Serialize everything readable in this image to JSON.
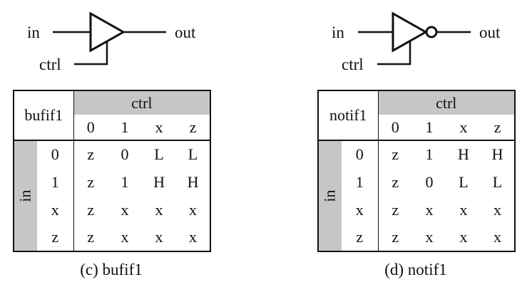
{
  "panels": {
    "left": {
      "circuit": {
        "in_label": "in",
        "out_label": "out",
        "ctrl_label": "ctrl"
      },
      "table": {
        "corner": "bufif1",
        "col_group": "ctrl",
        "col_headers": [
          "0",
          "1",
          "x",
          "z"
        ],
        "row_group": "in",
        "rows": [
          {
            "label": "0",
            "cells": [
              "z",
              "0",
              "L",
              "L"
            ]
          },
          {
            "label": "1",
            "cells": [
              "z",
              "1",
              "H",
              "H"
            ]
          },
          {
            "label": "x",
            "cells": [
              "z",
              "x",
              "x",
              "x"
            ]
          },
          {
            "label": "z",
            "cells": [
              "z",
              "x",
              "x",
              "x"
            ]
          }
        ]
      },
      "caption": "(c) bufif1"
    },
    "right": {
      "circuit": {
        "in_label": "in",
        "out_label": "out",
        "ctrl_label": "ctrl"
      },
      "table": {
        "corner": "notif1",
        "col_group": "ctrl",
        "col_headers": [
          "0",
          "1",
          "x",
          "z"
        ],
        "row_group": "in",
        "rows": [
          {
            "label": "0",
            "cells": [
              "z",
              "1",
              "H",
              "H"
            ]
          },
          {
            "label": "1",
            "cells": [
              "z",
              "0",
              "L",
              "L"
            ]
          },
          {
            "label": "x",
            "cells": [
              "z",
              "x",
              "x",
              "x"
            ]
          },
          {
            "label": "z",
            "cells": [
              "z",
              "x",
              "x",
              "x"
            ]
          }
        ]
      },
      "caption": "(d) notif1"
    }
  },
  "colors": {
    "header_gray": "#c6c6c6",
    "line": "#111111",
    "background": "#ffffff"
  }
}
